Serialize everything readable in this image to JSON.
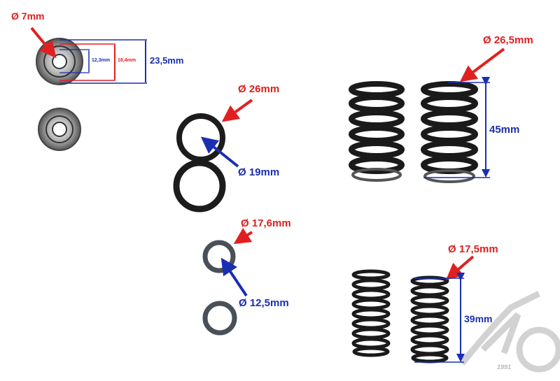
{
  "colors": {
    "red": "#e02020",
    "blue": "#1a2fb0",
    "spring": "#1a1a1a",
    "washer": "#4a5058",
    "watermark": "#c4c4c4"
  },
  "retainer": {
    "bore": "Ø 7mm",
    "inner_height": "12,3mm",
    "mid_height": "18,4mm",
    "outer_height": "23,5mm"
  },
  "large_washer": {
    "outer": "Ø 26mm",
    "inner": "Ø 19mm"
  },
  "small_washer": {
    "outer": "Ø 17,6mm",
    "inner": "Ø 12,5mm"
  },
  "large_spring": {
    "diameter": "Ø 26,5mm",
    "length": "45mm"
  },
  "small_spring": {
    "diameter": "Ø 17,5mm",
    "length": "39mm"
  },
  "watermark": {
    "year": "1991"
  }
}
